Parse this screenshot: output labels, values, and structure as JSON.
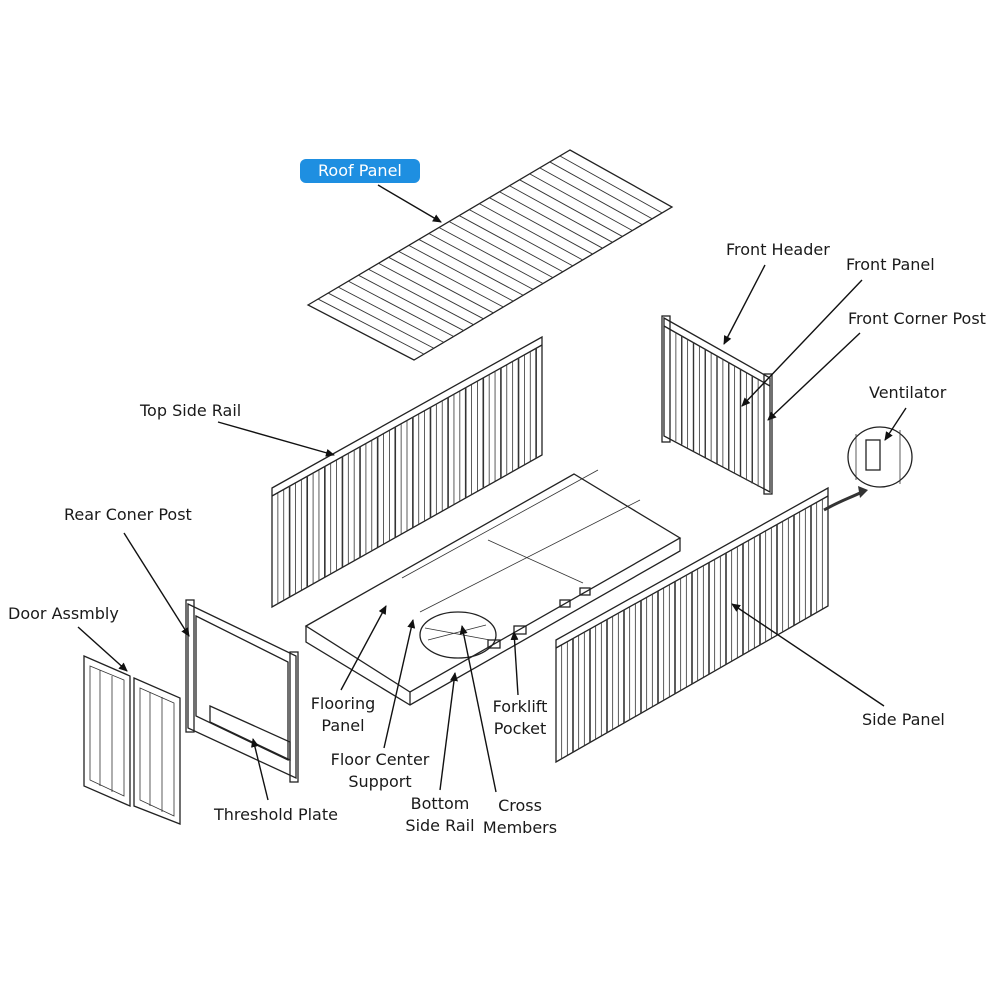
{
  "diagram": {
    "highlight_color": "#1e8fe1",
    "labels": {
      "roof_panel": "Roof Panel",
      "front_header": "Front Header",
      "front_panel": "Front Panel",
      "front_corner_post": "Front Corner Post",
      "ventilator": "Ventilator",
      "top_side_rail": "Top Side Rail",
      "rear_corner_post": "Rear Coner Post",
      "door_assembly": "Door Assmbly",
      "threshold_plate": "Threshold Plate",
      "flooring_panel_1": "Flooring",
      "flooring_panel_2": "Panel",
      "floor_center_support_1": "Floor Center",
      "floor_center_support_2": "Support",
      "bottom_side_rail_1": "Bottom",
      "bottom_side_rail_2": "Side Rail",
      "cross_members_1": "Cross",
      "cross_members_2": "Members",
      "forklift_pocket_1": "Forklift",
      "forklift_pocket_2": "Pocket",
      "side_panel": "Side Panel"
    }
  }
}
